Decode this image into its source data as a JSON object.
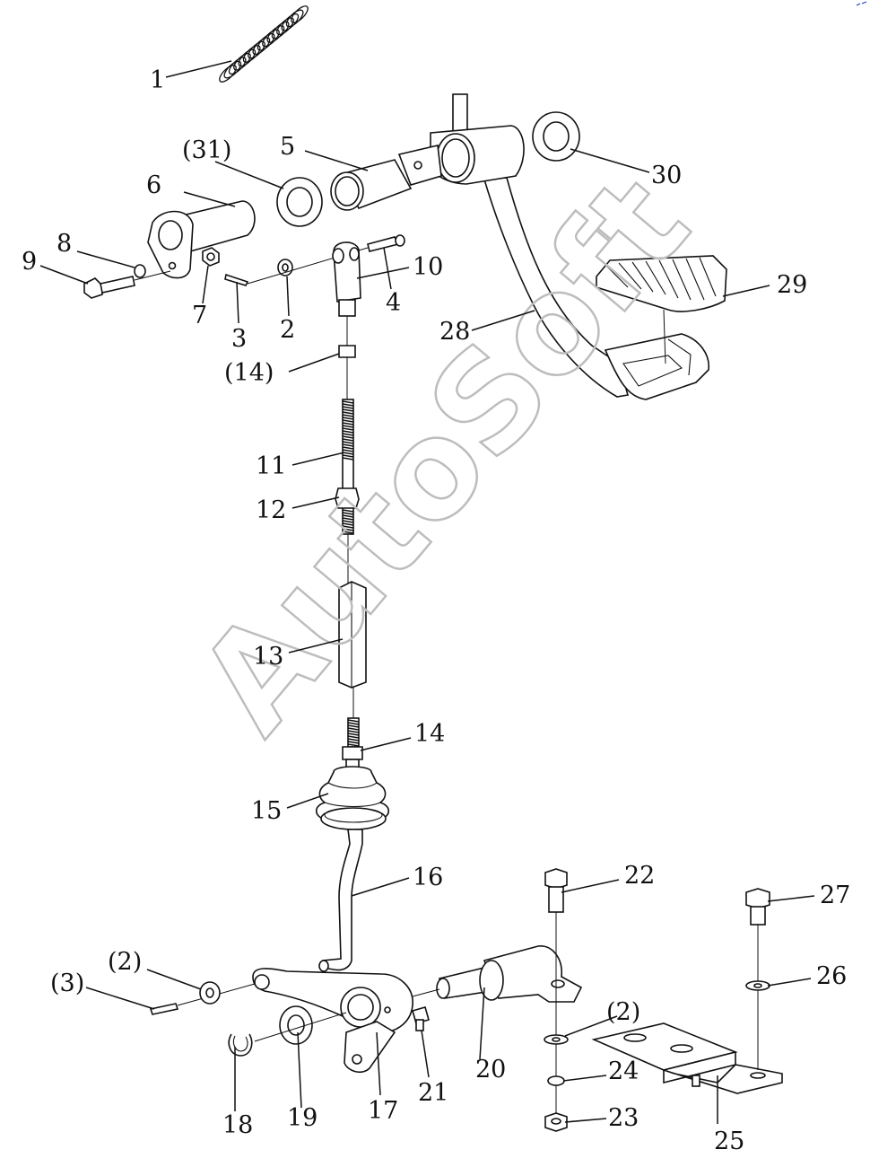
{
  "watermark": "AutoSoft",
  "callouts": {
    "c1": "1",
    "c2": "2",
    "c3": "3",
    "c4": "4",
    "c5": "5",
    "c6": "6",
    "c7": "7",
    "c8": "8",
    "c9": "9",
    "c10": "10",
    "c11": "11",
    "c12": "12",
    "c13": "13",
    "c14": "14",
    "c14p": "(14)",
    "c15": "15",
    "c16": "16",
    "c17": "17",
    "c18": "18",
    "c19": "19",
    "c20": "20",
    "c21": "21",
    "c22": "22",
    "c23": "23",
    "c24": "24",
    "c25": "25",
    "c26": "26",
    "c27": "27",
    "c28": "28",
    "c29": "29",
    "c30": "30",
    "c31p": "(31)",
    "c2pa": "(2)",
    "c2pb": "(2)",
    "c3p": "(3)"
  },
  "colors": {
    "line": "#111111",
    "watermark": "#bdbdbd",
    "corner_mark": "#1a3cc8"
  }
}
